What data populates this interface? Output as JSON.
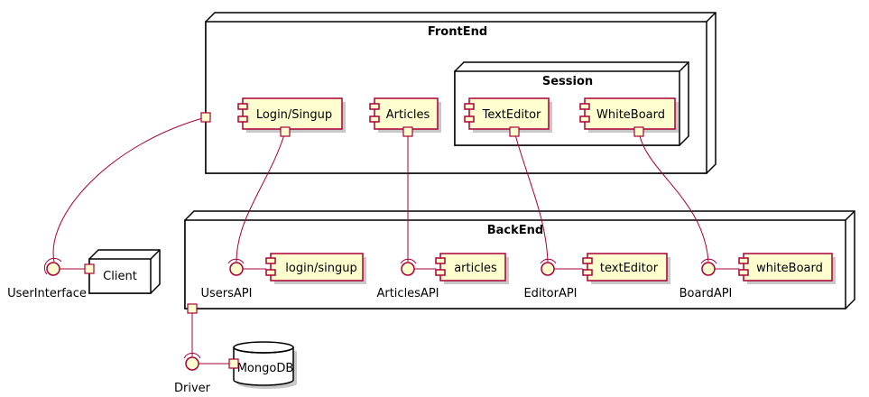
{
  "nodes": {
    "frontend": "FrontEnd",
    "session": "Session",
    "backend": "BackEnd",
    "client": "Client"
  },
  "components": {
    "login_singup": "Login/Singup",
    "articles": "Articles",
    "text_editor": "TextEditor",
    "white_board": "WhiteBoard",
    "be_login_singup": "login/singup",
    "be_articles": "articles",
    "be_text_editor": "textEditor",
    "be_white_board": "whiteBoard"
  },
  "interfaces": {
    "user_interface": "UserInterface",
    "users_api": "UsersAPI",
    "articles_api": "ArticlesAPI",
    "editor_api": "EditorAPI",
    "board_api": "BoardAPI",
    "driver": "Driver"
  },
  "database": {
    "mongodb": "MongoDB"
  },
  "colors": {
    "component_fill": "#FEFECE",
    "component_border": "#A80036",
    "node_border": "#000000"
  }
}
